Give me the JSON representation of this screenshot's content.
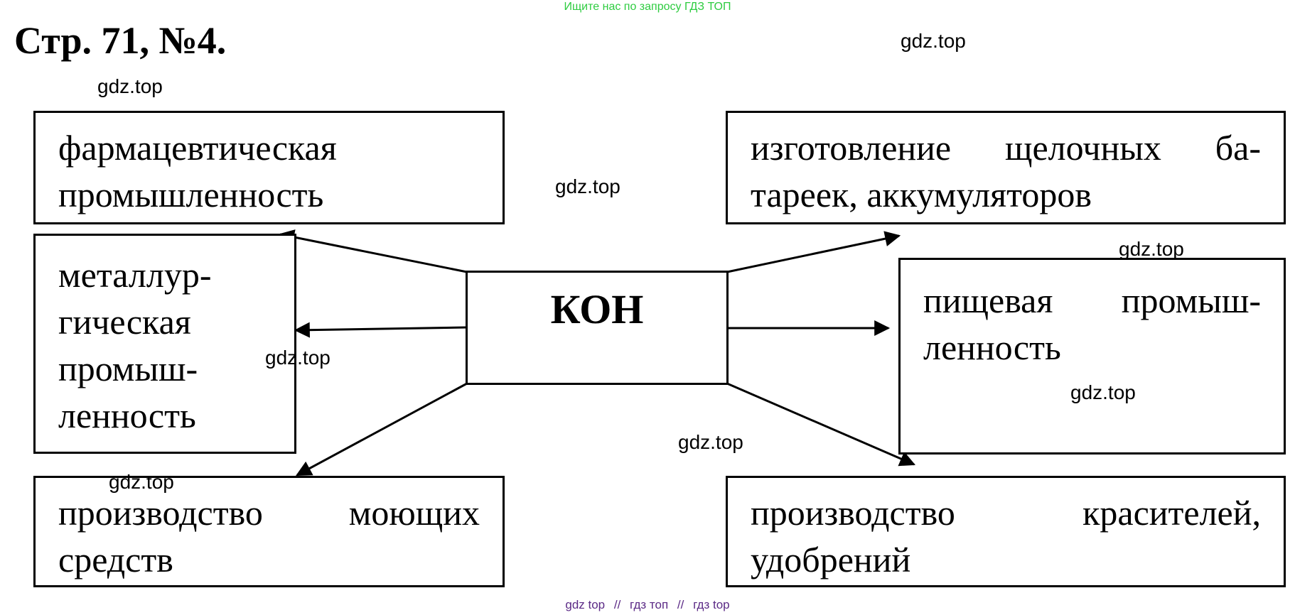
{
  "banner": "Ищите нас по запросу ГДЗ ТОП",
  "title": "Стр. 71, №4.",
  "center": "КОН",
  "boxes": {
    "pharma": "фармацевтическая промышленность",
    "metal": "металлур- гическая промыш- ленность",
    "detergent": "производство моющих средств",
    "battery": "изготовление щелочных ба- тареек, аккумуляторов",
    "food": "пищевая промыш- ленность",
    "dyes": "производство красителей, удобрений"
  },
  "watermark": "gdz.top",
  "footer": {
    "a": "gdz top",
    "sep": "//",
    "b": "гдз топ",
    "c": "гдз top"
  }
}
